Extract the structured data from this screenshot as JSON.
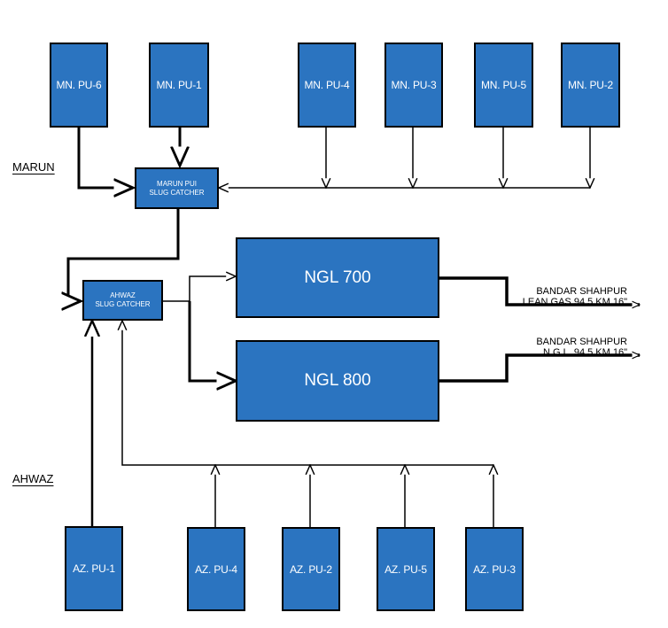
{
  "regions": {
    "marun": "MARUN",
    "ahwaz": "AHWAZ"
  },
  "marun_units": {
    "pu6": "MN. PU-6",
    "pu1": "MN. PU-1",
    "pu4": "MN. PU-4",
    "pu3": "MN. PU-3",
    "pu5": "MN. PU-5",
    "pu2": "MN. PU-2"
  },
  "ahwaz_units": {
    "pu1": "AZ. PU-1",
    "pu4": "AZ. PU-4",
    "pu2": "AZ. PU-2",
    "pu5": "AZ. PU-5",
    "pu3": "AZ. PU-3"
  },
  "slug_catchers": {
    "marun": {
      "line1": "MARUN PUI",
      "line2": "SLUG CATCHER"
    },
    "ahwaz": {
      "line1": "AHWAZ",
      "line2": "SLUG CATCHER"
    }
  },
  "plants": {
    "ngl700": "NGL 700",
    "ngl800": "NGL 800"
  },
  "outputs": {
    "lean_gas": {
      "line1": "BANDAR SHAHPUR",
      "line2": "LEAN GAS  94.5 KM 16\""
    },
    "ngl": {
      "line1": "BANDAR SHAHPUR",
      "line2": "N.G.L. 94.5 KM 16\""
    }
  },
  "colors": {
    "box_fill": "#2b74c0",
    "line": "#000000"
  }
}
